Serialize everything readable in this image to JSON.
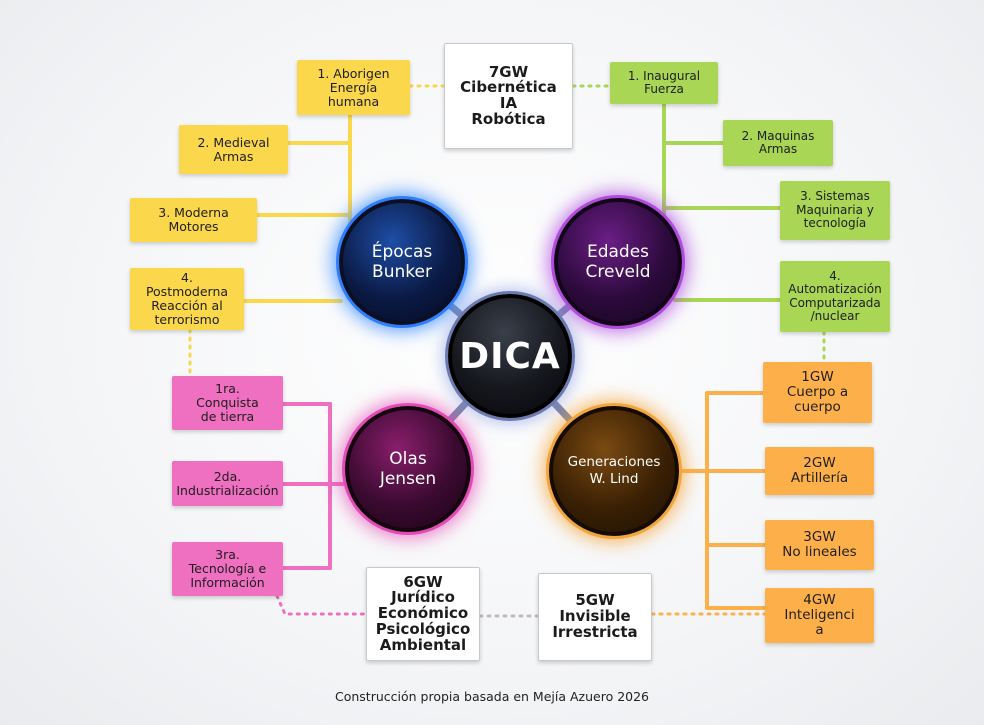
{
  "center": {
    "label": "DICA"
  },
  "hubs": {
    "epocas": "Épocas\nBunker",
    "edades": "Edades\nCreveld",
    "olas": "Olas\nJensen",
    "generaciones": "Generaciones\nW. Lind"
  },
  "epocas_items": [
    "1. Aborigen\nEnergía\nhumana",
    "2. Medieval\nArmas",
    "3. Moderna\nMotores",
    "4.\nPostmoderna\nReacción al\nterrorismo"
  ],
  "edades_items": [
    "1. Inaugural\nFuerza",
    "2. Maquinas\nArmas",
    "3. Sistemas\nMaquinaria y\ntecnología",
    "4.\nAutomatización\nComputarizada\n/nuclear"
  ],
  "olas_items": [
    "1ra.\nConquista\nde tierra",
    "2da.\nIndustrialización",
    "3ra.\nTecnología e\nInformación"
  ],
  "generaciones_items": [
    "1GW\nCuerpo a\ncuerpo",
    "2GW\nArtillería",
    "3GW\nNo lineales",
    "4GW\nInteligenci\na"
  ],
  "white_boxes": {
    "gw7": "7GW\nCibernética\nIA\nRobótica",
    "gw6": "6GW\nJurídico\nEconómico\nPsicológico\nAmbiental",
    "gw5": "5GW\nInvisible\nIrrestricta"
  },
  "caption": "Construcción propia basada en Mejía Azuero 2026",
  "colors": {
    "yellow": "#fbd74b",
    "green": "#a9d655",
    "pink": "#ef6fc0",
    "orange": "#fdb04a",
    "blue_glow": "#2f7dff",
    "purple_glow": "#b04bdc",
    "magenta_glow": "#e24bb6",
    "orange_glow": "#f2a53a"
  }
}
